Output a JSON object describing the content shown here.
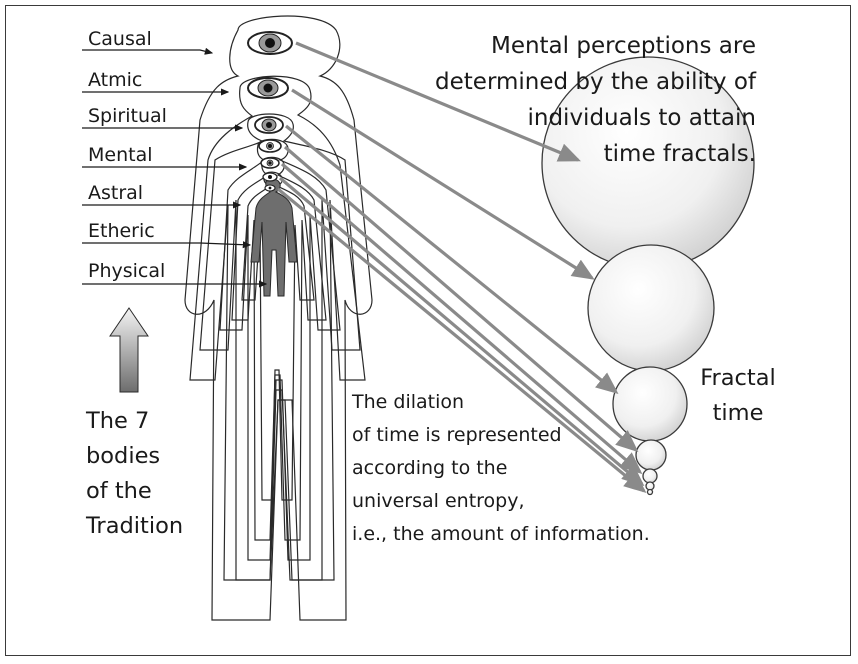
{
  "bodies": [
    "Causal",
    "Atmic",
    "Spiritual",
    "Mental",
    "Astral",
    "Etheric",
    "Physical"
  ],
  "headline": [
    "Mental perceptions are",
    "determined by the ability of",
    "individuals to attain",
    "time fractals."
  ],
  "left_caption": [
    "The 7",
    "bodies",
    "of the",
    "Tradition"
  ],
  "bottom_caption": [
    "The dilation",
    "of time is represented",
    "according to the",
    "universal entropy,",
    "i.e., the amount of information."
  ],
  "fractal_label": [
    "Fractal",
    "time"
  ],
  "colors": {
    "stroke": "#2a2a2a",
    "arrow": "#8a8a8a",
    "body_fill": "#6e6e6e"
  }
}
